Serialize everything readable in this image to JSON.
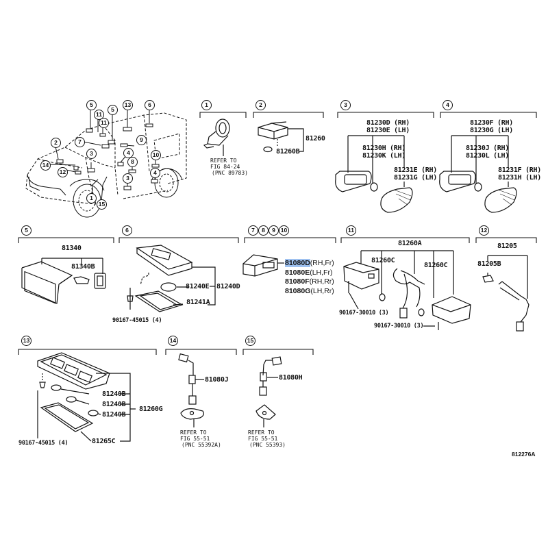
{
  "diagram": {
    "figure_ref": "812276A",
    "overview": {
      "callouts": [
        "5",
        "11",
        "11",
        "5",
        "13",
        "6",
        "2",
        "7",
        "9",
        "3",
        "4",
        "8",
        "10",
        "14",
        "12",
        "3",
        "4",
        "1",
        "15"
      ]
    },
    "groups": [
      {
        "id": "1",
        "number": "1",
        "refer": {
          "line1": "REFER TO",
          "line2": "FIG 84-24",
          "line3": "(PNC 89783)"
        }
      },
      {
        "id": "2",
        "number": "2",
        "parts": [
          "81260",
          "81260B"
        ]
      },
      {
        "id": "3",
        "number": "3",
        "parts": [
          "81230D (RH)",
          "81230E (LH)",
          "81230H (RH)",
          "81230K (LH)",
          "81231E (RH)",
          "81231G (LH)"
        ]
      },
      {
        "id": "4",
        "number": "4",
        "parts": [
          "81230F (RH)",
          "81230G (LH)",
          "81230J (RH)",
          "81230L (LH)",
          "81231F (RH)",
          "81231H (LH)"
        ]
      },
      {
        "id": "5",
        "number": "5",
        "parts": [
          "81340",
          "81340B"
        ]
      },
      {
        "id": "6",
        "number": "6",
        "parts": [
          "81240E",
          "81240D",
          "81241A",
          "90167-45015 (4)"
        ]
      },
      {
        "id": "7-10",
        "numbers": [
          "7",
          "8",
          "9",
          "10"
        ],
        "parts": [
          {
            "code": "81080D",
            "qual": "(RH,Fr)",
            "highlighted": true
          },
          {
            "code": "81080E",
            "qual": "(LH,Fr)"
          },
          {
            "code": "81080F",
            "qual": "(RH,Rr)"
          },
          {
            "code": "81080G",
            "qual": "(LH,Rr)"
          }
        ]
      },
      {
        "id": "11",
        "number": "11",
        "parts": [
          "81260A",
          "81260C",
          "81260C",
          "90167-30010 (3)",
          "90167-30010 (3)"
        ]
      },
      {
        "id": "12",
        "number": "12",
        "parts": [
          "81205",
          "81205B"
        ]
      },
      {
        "id": "13",
        "number": "13",
        "parts": [
          "81240B",
          "81240B",
          "81240B",
          "81260G",
          "81265C",
          "90167-45015 (4)"
        ]
      },
      {
        "id": "14",
        "number": "14",
        "parts": [
          "81080J"
        ],
        "refer": {
          "line1": "REFER TO",
          "line2": "FIG 55-51",
          "line3": "(PNC 55392A)"
        }
      },
      {
        "id": "15",
        "number": "15",
        "parts": [
          "81080H"
        ],
        "refer": {
          "line1": "REFER TO",
          "line2": "FIG 55-51",
          "line3": "(PNC 55393)"
        }
      }
    ],
    "colors": {
      "ink": "#111111",
      "highlight": "#9ec1f0",
      "background": "#ffffff"
    }
  }
}
